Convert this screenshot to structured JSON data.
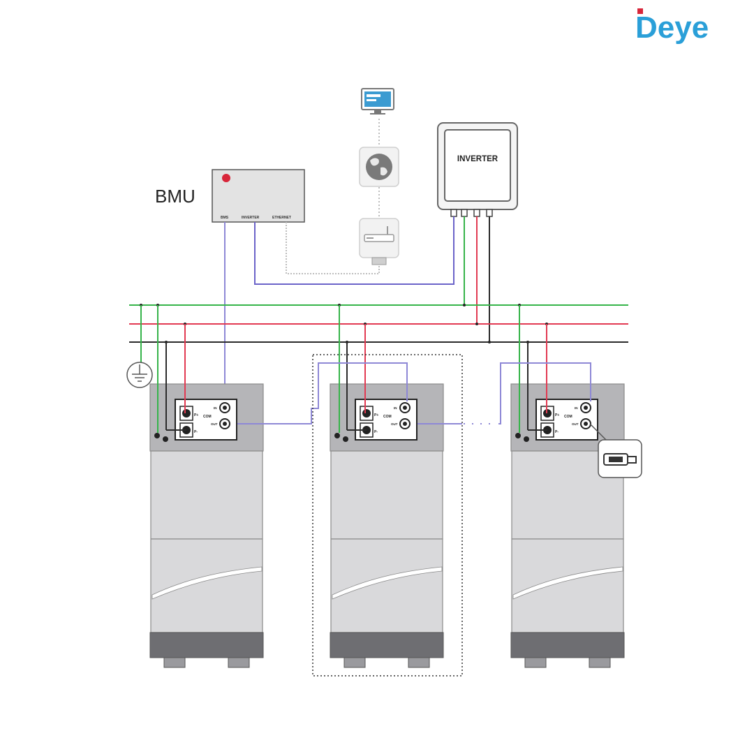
{
  "brand": {
    "logo_text": "Deye",
    "logo_color": "#2a9fd8",
    "logo_mark_color": "#d8263a"
  },
  "bmu": {
    "label": "BMU",
    "ports": [
      "BMS",
      "INVERTER",
      "ETHERNET"
    ]
  },
  "inverter": {
    "label": "INVERTER"
  },
  "battery_panel": {
    "com_label": "COM",
    "in_label": "IN",
    "out_label": "OUT",
    "p_plus_label": "P+",
    "p_minus_label": "P-"
  },
  "network": {
    "icons": [
      "monitor-icon",
      "globe-icon",
      "router-icon"
    ]
  },
  "colors": {
    "ground_line": "#36b44a",
    "positive_line": "#e23a52",
    "negative_line": "#2b2b2b",
    "comm_line": "#6b63c9",
    "ethernet_line": "#bdbdbd",
    "cabinet": "#d9d9db",
    "cabinet_top": "#b5b5b8"
  }
}
